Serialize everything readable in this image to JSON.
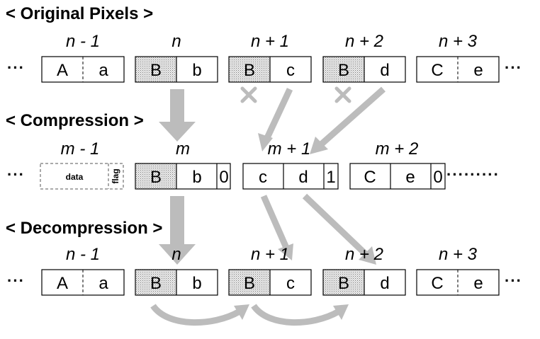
{
  "sections": {
    "original": "< Original Pixels >",
    "compression": "< Compression >",
    "decompression": "< Decompression >"
  },
  "ellipsis": "···",
  "long_ellipsis": "·········",
  "original_row": {
    "indices": [
      "n - 1",
      "n",
      "n + 1",
      "n + 2",
      "n + 3"
    ],
    "pixels": [
      {
        "left": "A",
        "right": "a",
        "shaded": false
      },
      {
        "left": "B",
        "right": "b",
        "shaded": true
      },
      {
        "left": "B",
        "right": "c",
        "shaded": true
      },
      {
        "left": "B",
        "right": "d",
        "shaded": true
      },
      {
        "left": "C",
        "right": "e",
        "shaded": false
      }
    ]
  },
  "compression_row": {
    "indices": [
      "m - 1",
      "m",
      "m + 1",
      "m + 2"
    ],
    "placeholder": {
      "data": "data",
      "flag": "flag"
    },
    "blocks": [
      {
        "left": "B",
        "right": "b",
        "flag": "0",
        "shaded": true
      },
      {
        "left": "c",
        "right": "d",
        "flag": "1",
        "shaded": false
      },
      {
        "left": "C",
        "right": "e",
        "flag": "0",
        "shaded": false
      }
    ]
  },
  "decompression_row": {
    "indices": [
      "n - 1",
      "n",
      "n + 1",
      "n + 2",
      "n + 3"
    ],
    "pixels": [
      {
        "left": "A",
        "right": "a",
        "shaded": false
      },
      {
        "left": "B",
        "right": "b",
        "shaded": true
      },
      {
        "left": "B",
        "right": "c",
        "shaded": true
      },
      {
        "left": "B",
        "right": "d",
        "shaded": true
      },
      {
        "left": "C",
        "right": "e",
        "shaded": false
      }
    ]
  },
  "colors": {
    "arrow": "#bcbcbc",
    "shade": "#e3e3e3",
    "stroke": "#000000"
  }
}
